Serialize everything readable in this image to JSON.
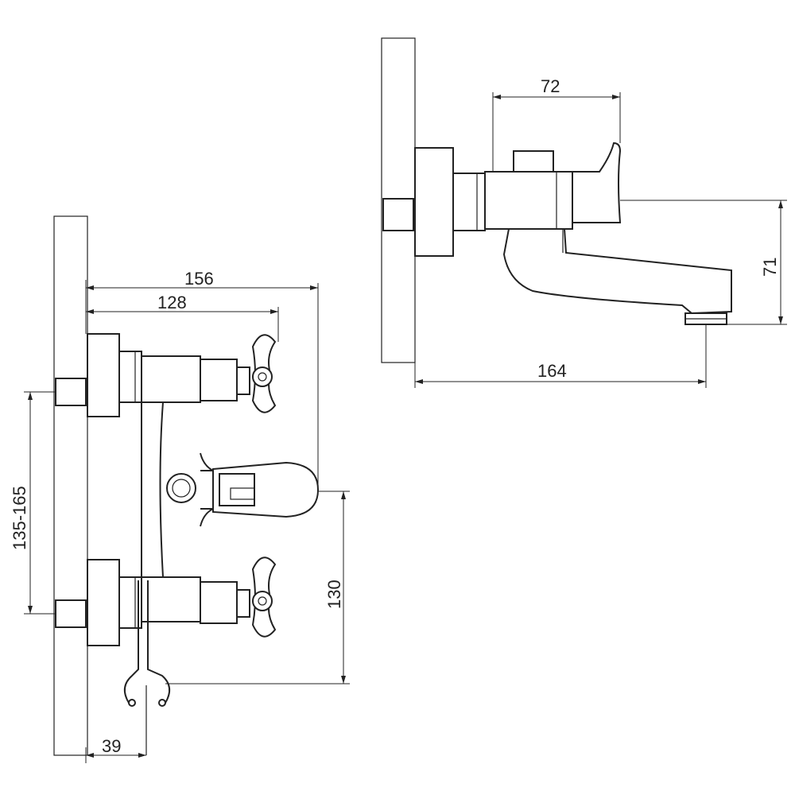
{
  "dimensions": {
    "front_total_width": "156",
    "front_handle_width": "128",
    "wall_connection_range": "135-165",
    "spout_to_holder_height": "130",
    "holder_offset": "39",
    "side_handle_width": "72",
    "side_spout_height": "71",
    "side_spout_reach": "164"
  }
}
